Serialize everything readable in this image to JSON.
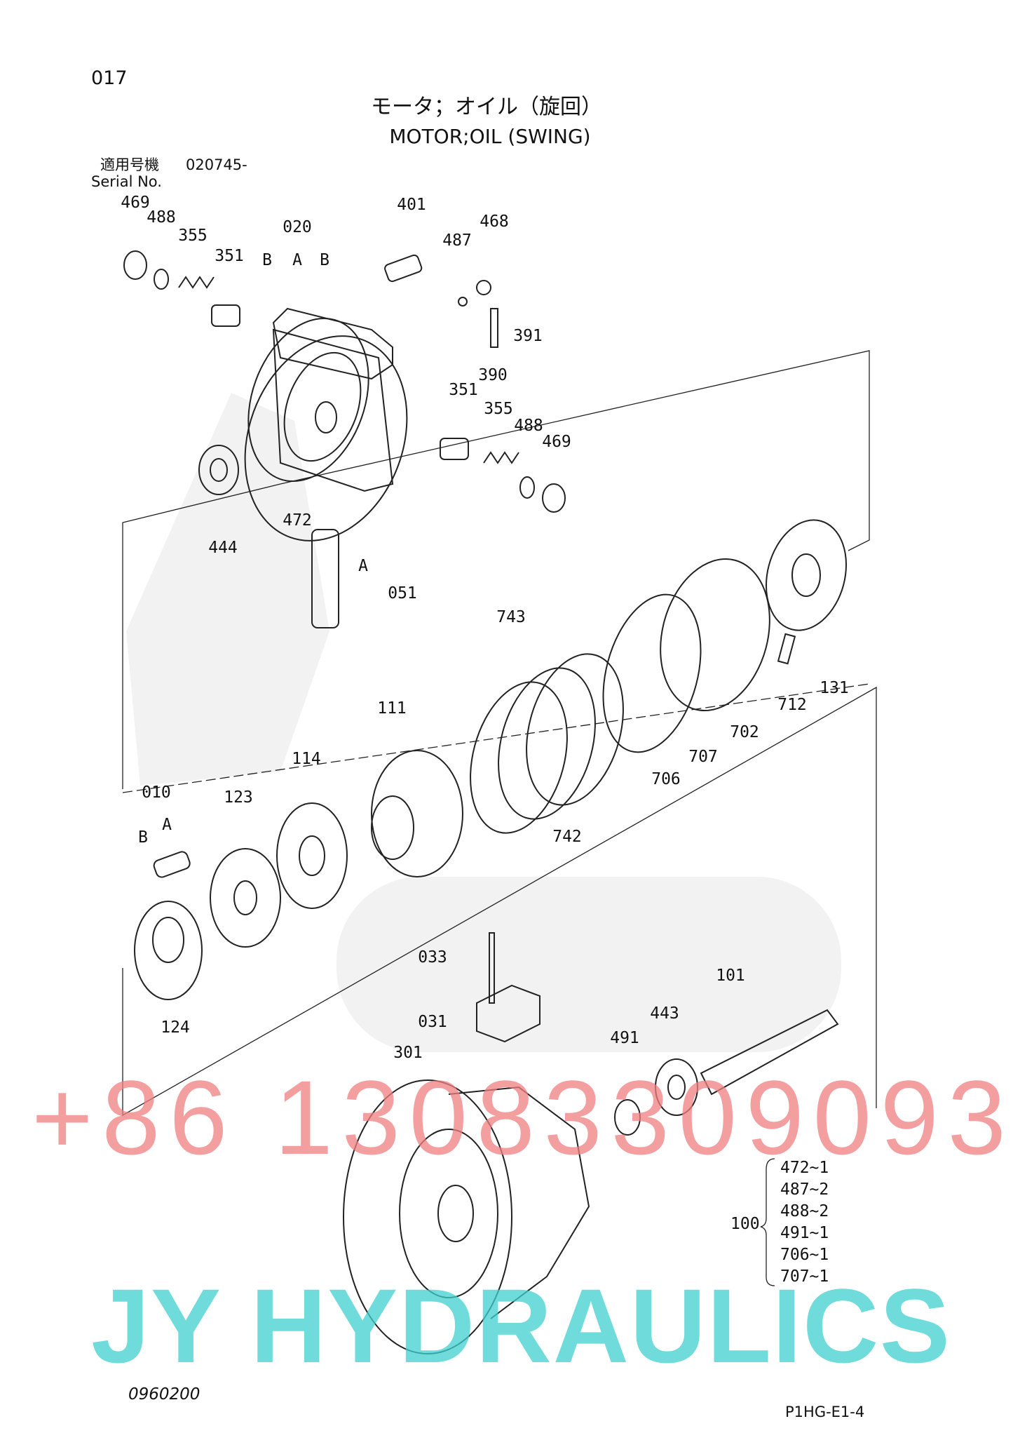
{
  "header": {
    "page_number": "017",
    "title_jp": "モータ；オイル（旋回）",
    "title_en": "MOTOR;OIL (SWING)",
    "serial_jp": "適用号機",
    "serial_value": "020745-",
    "serial_label": "Serial No."
  },
  "callouts": [
    "469",
    "488",
    "355",
    "351",
    "020",
    "B",
    "A",
    "B",
    "401",
    "487",
    "468",
    "391",
    "390",
    "351",
    "355",
    "488",
    "469",
    "472",
    "444",
    "A",
    "051",
    "743",
    "111",
    "114",
    "010",
    "123",
    "B",
    "A",
    "712",
    "131",
    "702",
    "707",
    "706",
    "742",
    "033",
    "031",
    "101",
    "443",
    "491",
    "301",
    "124"
  ],
  "kit": {
    "label": "100",
    "items": [
      "472~1",
      "487~2",
      "488~2",
      "491~1",
      "706~1",
      "707~1"
    ]
  },
  "footer": {
    "left_code": "0960200",
    "right_code": "P1HG-E1-4"
  },
  "watermarks": {
    "phone": "+86 13083309093",
    "brand": "JY HYDRAULICS",
    "phone_color": "#f08080",
    "brand_color": "#40d0d0"
  }
}
